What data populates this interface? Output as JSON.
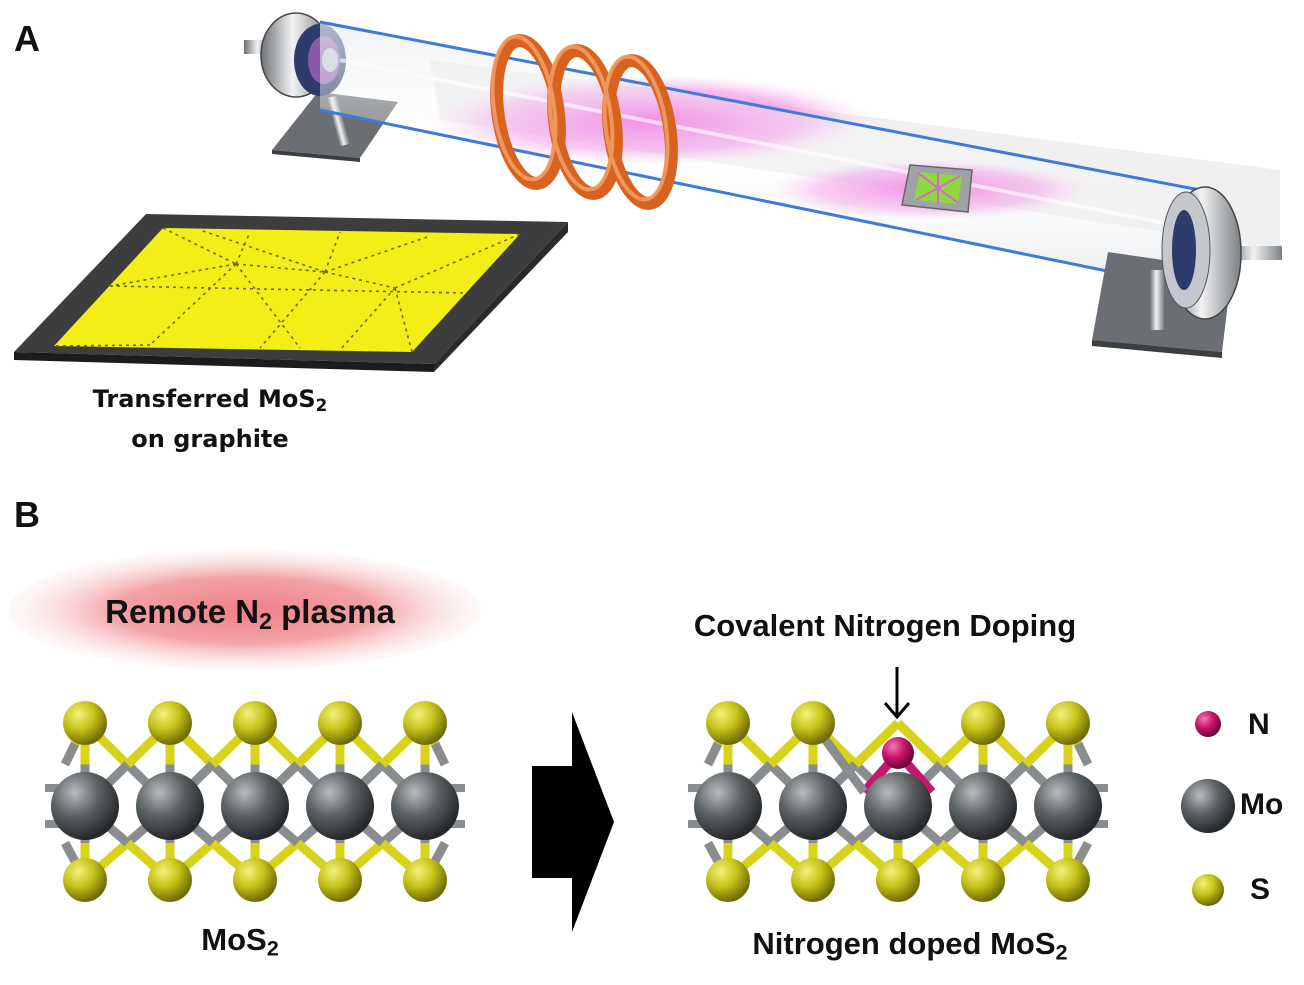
{
  "panel_a": {
    "label": "A",
    "substrate_caption_line1": "Transferred MoS",
    "substrate_caption_line1_sub": "2",
    "substrate_caption_line2": "on graphite"
  },
  "panel_b": {
    "label": "B",
    "plasma_label_pre": "Remote N",
    "plasma_label_sub": "2",
    "plasma_label_post": " plasma",
    "left_caption": "MoS",
    "left_caption_sub": "2",
    "doping_label": "Covalent Nitrogen Doping",
    "right_caption": "Nitrogen doped MoS",
    "right_caption_sub": "2",
    "legend": [
      {
        "symbol": "N",
        "color": "#c8166f"
      },
      {
        "symbol": "Mo",
        "color": "#555a5e"
      },
      {
        "symbol": "S",
        "color": "#b5b214"
      }
    ]
  },
  "colors": {
    "plasma_glow": "#ee4bd8",
    "coil": "#e06a2a",
    "substrate_yellow": "#f2ee16",
    "graphite": "#3d3d3d",
    "sulfur": "#b5b214",
    "molybdenum": "#555a5e",
    "nitrogen": "#c8166f",
    "bond_yellow": "#d6d31a",
    "bond_grey": "#8a8d90"
  }
}
